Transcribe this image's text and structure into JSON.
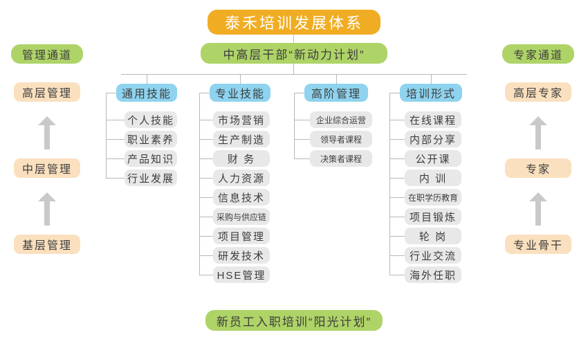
{
  "diagram": {
    "title": "泰禾培训发展体系",
    "subtitle": "中高层干部“新动力计划”",
    "footer": "新员工入职培训“阳光计划”",
    "colors": {
      "orange": "#F0AD23",
      "green": "#AED367",
      "beige": "#FAE0BE",
      "blue": "#8ED3EF",
      "grey": "#E8E8E8",
      "line": "#B8B8B8",
      "arrow": "#C9C9C9"
    }
  },
  "left_track": {
    "header": "管理通道",
    "levels": [
      "高层管理",
      "中层管理",
      "基层管理"
    ]
  },
  "right_track": {
    "header": "专家通道",
    "levels": [
      "高层专家",
      "专家",
      "专业骨干"
    ]
  },
  "columns": [
    {
      "header": "通用技能",
      "items": [
        "个人技能",
        "职业素养",
        "产品知识",
        "行业发展"
      ]
    },
    {
      "header": "专业技能",
      "items": [
        "市场营销",
        "生产制造",
        "财 务",
        "人力资源",
        "信息技术",
        "采购与供应链",
        "项目管理",
        "研发技术",
        "HSE管理"
      ]
    },
    {
      "header": "高阶管理",
      "items": [
        "企业综合运营",
        "领导者课程",
        "决策者课程"
      ]
    },
    {
      "header": "培训形式",
      "items": [
        "在线课程",
        "内部分享",
        "公开课",
        "内 训",
        "在职学历教育",
        "项目锻炼",
        "轮 岗",
        "行业交流",
        "海外任职"
      ]
    }
  ]
}
